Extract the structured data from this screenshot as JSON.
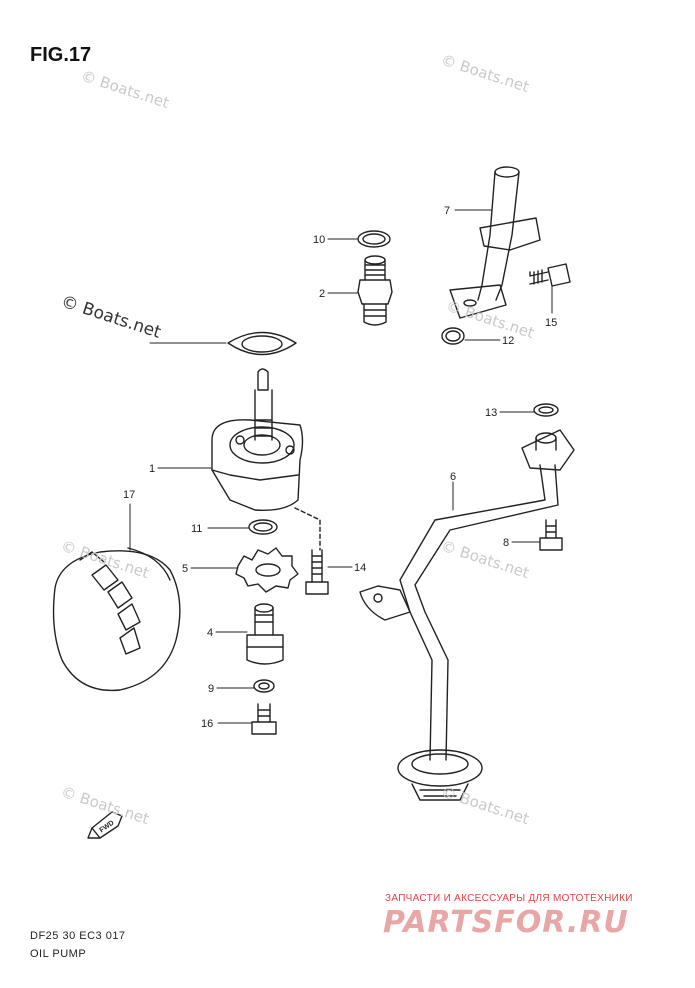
{
  "figure": {
    "title": "FIG.17",
    "code": "DF25 30 EC3  017",
    "name": "OIL PUMP"
  },
  "watermark": {
    "text": "© Boats.net",
    "color": "#c9c9c9"
  },
  "callouts": [
    {
      "id": "1",
      "label": "1"
    },
    {
      "id": "2",
      "label": "2"
    },
    {
      "id": "4",
      "label": "4"
    },
    {
      "id": "5",
      "label": "5"
    },
    {
      "id": "6",
      "label": "6"
    },
    {
      "id": "7",
      "label": "7"
    },
    {
      "id": "8",
      "label": "8"
    },
    {
      "id": "9",
      "label": "9"
    },
    {
      "id": "10",
      "label": "10"
    },
    {
      "id": "11",
      "label": "11"
    },
    {
      "id": "12",
      "label": "12"
    },
    {
      "id": "13",
      "label": "13"
    },
    {
      "id": "14",
      "label": "14"
    },
    {
      "id": "15",
      "label": "15"
    },
    {
      "id": "16",
      "label": "16"
    },
    {
      "id": "17",
      "label": "17"
    }
  ],
  "brand": {
    "tagline": "ЗАПЧАСТИ И АКСЕССУАРЫ ДЛЯ МОТОТЕХНИКИ",
    "name": "PARTSFOR.RU",
    "color": "#d44444"
  },
  "fwd_label": "FWD"
}
